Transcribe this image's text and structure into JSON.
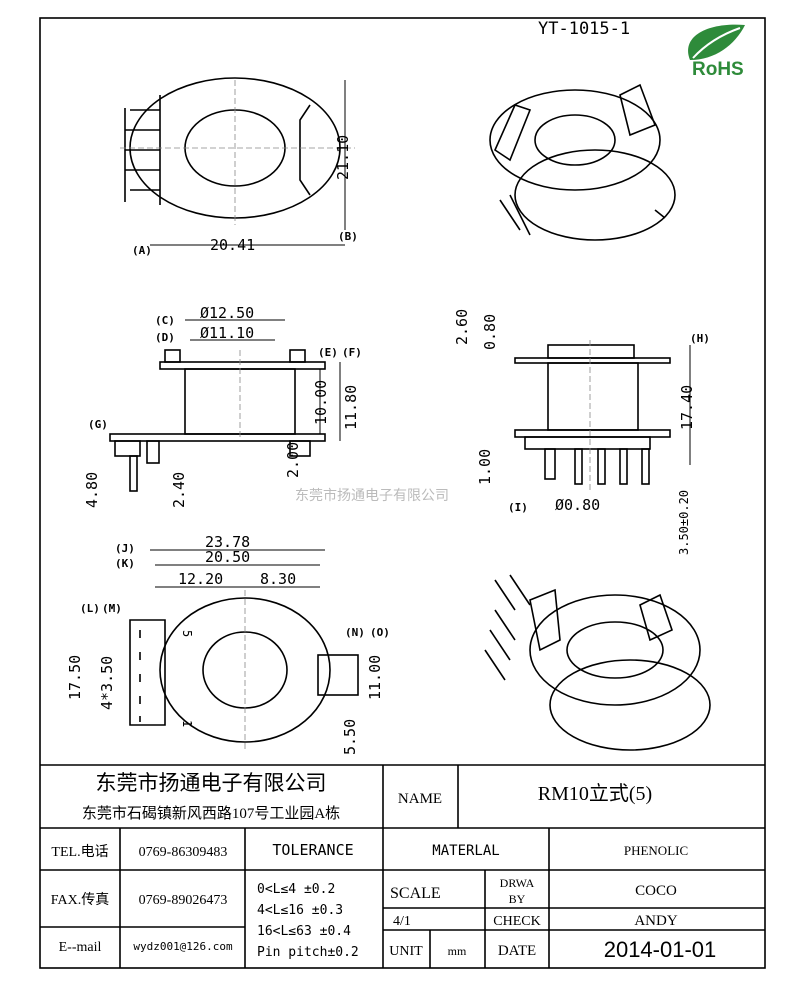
{
  "drawing_number": "YT-1015-1",
  "logo": {
    "text": "RoHS",
    "color": "#2e8b3a"
  },
  "watermark": "东莞市扬通电子有限公司",
  "view_labels": {
    "A": "(A)",
    "B": "(B)",
    "C": "(C)",
    "D": "(D)",
    "E": "(E)",
    "F": "(F)",
    "G": "(G)",
    "H": "(H)",
    "I": "(I)",
    "J": "(J)",
    "K": "(K)",
    "L": "(L)",
    "M": "(M)",
    "N": "(N)",
    "O": "(O)"
  },
  "dimensions": {
    "top_width": "20.41",
    "top_height": "21.10",
    "outer_dia": "Ø12.50",
    "inner_dia": "Ø11.10",
    "winding_height": "10.00",
    "flange_height": "11.80",
    "pin_len": "4.80",
    "pin_offset": "2.40",
    "standoff": "2.00",
    "top_flange": "2.60",
    "flange_thick": "0.80",
    "total_height": "17.40",
    "base_thick": "1.00",
    "pin_dia": "Ø0.80",
    "pin_tip": "3.50±0.20",
    "base_width": "23.78",
    "body_width": "20.50",
    "left_part": "12.20",
    "right_part": "8.30",
    "base_height": "17.50",
    "pin_span": "4*3.50",
    "tab_height": "11.00",
    "tab_offset": "5.50",
    "pin_1": "1",
    "pin_5": "5"
  },
  "title_block": {
    "company": "东莞市扬通电子有限公司",
    "address": "东莞市石碣镇新风西路107号工业园A栋",
    "name_label": "NAME",
    "name_value": "RM10立式(5)",
    "tel_label": "TEL.电话",
    "tel_value": "0769-86309483",
    "fax_label": "FAX.传真",
    "fax_value": "0769-89026473",
    "email_label": "E--mail",
    "email_value": "wydz001@126.com",
    "tolerance_label": "TOLERANCE",
    "tolerance_lines": [
      "0<L≤4   ±0.2",
      "4<L≤16  ±0.3",
      "16<L≤63 ±0.4",
      "Pin pitch±0.2"
    ],
    "material_label": "MATERLAL",
    "material_value": "PHENOLIC",
    "scale_label": "SCALE",
    "scale_value": "4/1",
    "drawn_by_label_1": "DRWA",
    "drawn_by_label_2": "BY",
    "drawn_by_value": "COCO",
    "check_label": "CHECK",
    "check_value": "ANDY",
    "unit_label": "UNIT",
    "unit_value": "mm",
    "date_label": "DATE",
    "date_value": "2014-01-01"
  }
}
